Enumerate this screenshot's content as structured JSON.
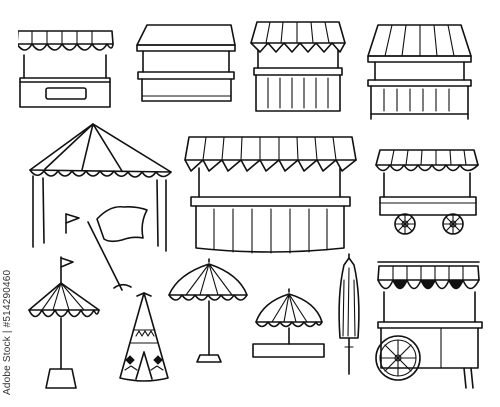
{
  "watermark": {
    "text": "Adobe Stock | #514290460"
  },
  "illustration": {
    "items": [
      "market-kiosk-striped-awning",
      "market-stand-plain-roof",
      "market-stall-scalloped-canopy",
      "wooden-stall-striped-roof",
      "canopy-tent",
      "wooden-counter-stall-large",
      "food-cart-striped-awning",
      "pennant-flag-small",
      "waving-flag-on-pole",
      "beach-umbrella-with-flag",
      "tipi-tent",
      "scalloped-parasol",
      "umbrella-over-bench",
      "closed-umbrella",
      "vendor-cart-big-wheel"
    ],
    "colors": {
      "ink": "#111111",
      "background": "#ffffff"
    }
  }
}
